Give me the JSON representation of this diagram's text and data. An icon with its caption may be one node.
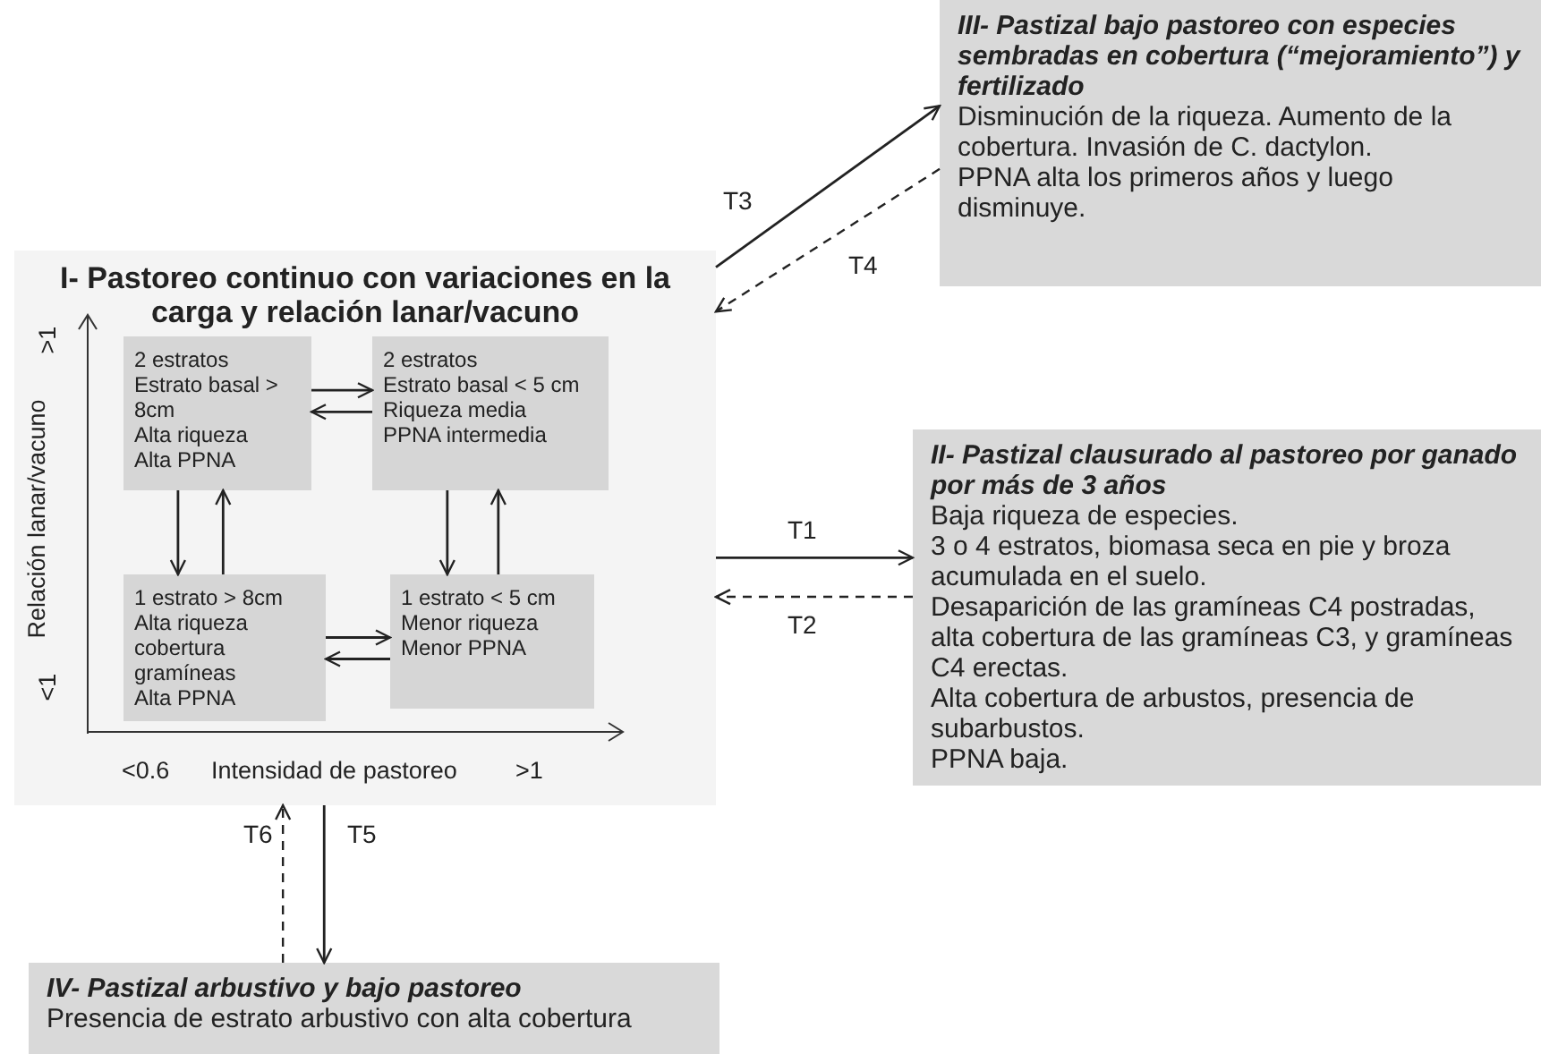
{
  "diagram": {
    "nodes": [
      {
        "text": [
          "I- Pastoreo continuo con variaciones en la carga y relación lanar/vacuno"
        ]
      },
      {
        "text": [
          "2 estratos",
          "Estrato basal > 8cm",
          "Alta riqueza",
          "Alta PPNA"
        ],
        "in": 0
      },
      {
        "text": [
          "2 estratos",
          "Estrato basal < 5 cm",
          "Riqueza media",
          "PPNA intermedia"
        ],
        "in": 0
      },
      {
        "text": [
          "1 estrato > 8cm",
          "Alta riqueza",
          "cobertura gramíneas",
          "Alta PPNA"
        ],
        "in": 0
      },
      {
        "text": [
          "1 estrato < 5 cm",
          "Menor riqueza",
          "Menor PPNA"
        ],
        "in": 0
      },
      {
        "text": [
          "III- Pastizal bajo pastoreo con especies sembradas en cobertura (“mejoramiento”) y fertilizado",
          "Disminución de la riqueza. Aumento de la cobertura. Invasión de C. dactylon.",
          "PPNA alta los primeros años y luego disminuye."
        ]
      },
      {
        "text": [
          "II- Pastizal clausurado al pastoreo por ganado por más de 3 años",
          "Baja riqueza de especies.",
          "3 o 4 estratos, biomasa seca en pie y broza acumulada en el suelo.",
          "Desaparición de las gramíneas C4 postradas, alta cobertura de las gramíneas C3, y gramíneas C4 erectas.",
          "Alta cobertura de arbustos, presencia de subarbustos.",
          "PPNA baja."
        ]
      },
      {
        "text": [
          "IV- Pastizal arbustivo y bajo pastoreo",
          "Presencia de estrato arbustivo con alta cobertura"
        ]
      }
    ],
    "edges": [
      {
        "from": 1,
        "to": 2,
        "arrow": "to"
      },
      {
        "from": 2,
        "to": 1,
        "arrow": "to"
      },
      {
        "from": 1,
        "to": 3,
        "arrow": "to"
      },
      {
        "from": 3,
        "to": 1,
        "arrow": "to"
      },
      {
        "from": 2,
        "to": 4,
        "arrow": "to"
      },
      {
        "from": 4,
        "to": 2,
        "arrow": "to"
      },
      {
        "from": 3,
        "to": 4,
        "arrow": "to"
      },
      {
        "from": 4,
        "to": 3,
        "arrow": "to"
      },
      {
        "from": 0,
        "to": 5,
        "arrow": "to",
        "label": "T3"
      },
      {
        "from": 5,
        "to": 0,
        "arrow": "to",
        "label": "T4",
        "style": "dashed"
      },
      {
        "from": 0,
        "to": 6,
        "arrow": "to",
        "label": "T1"
      },
      {
        "from": 6,
        "to": 0,
        "arrow": "to",
        "label": "T2",
        "style": "dashed"
      },
      {
        "from": 0,
        "to": 7,
        "arrow": "to",
        "label": "T5"
      },
      {
        "from": 7,
        "to": 0,
        "arrow": "to",
        "label": "T6",
        "style": "dashed"
      }
    ],
    "labels": [
      ">1",
      "Relación lanar/vacuno",
      "<1",
      "<0.6",
      "Intensidad de pastoreo",
      ">1"
    ]
  }
}
